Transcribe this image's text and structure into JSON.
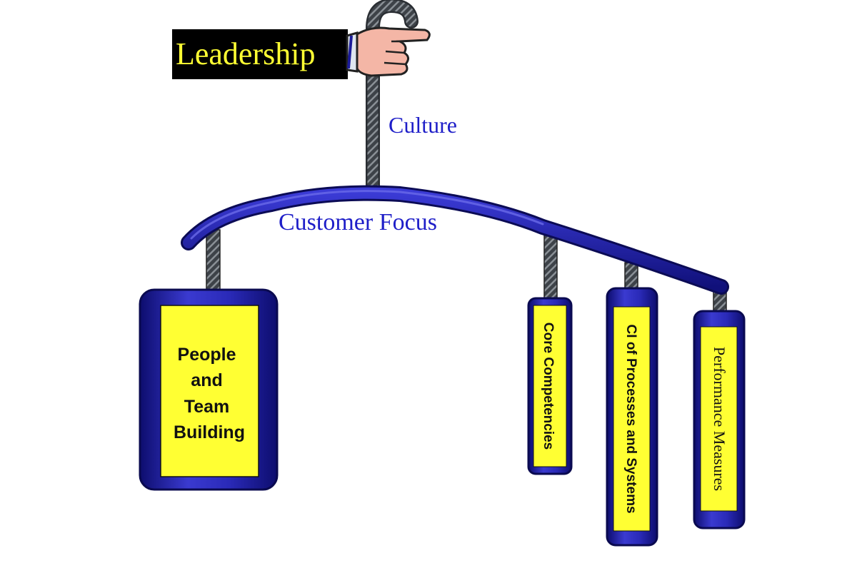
{
  "header": {
    "leadership_label": "Leadership",
    "culture_label": "Culture",
    "beam_label": "Customer Focus"
  },
  "boxes": {
    "people": [
      "People",
      "and",
      "Team",
      "Building"
    ],
    "core": "Core Competencies",
    "ci": "CI of Processes and Systems",
    "performance": "Performance Measures"
  },
  "icons": {
    "hand": "pointing-hand-icon"
  },
  "colors": {
    "beam": "#1a1aa6",
    "label": "#1e1ec8",
    "box_fill": "#ffff33",
    "box_frame": "#1c1c9a",
    "leadership_bg": "#000000",
    "leadership_text": "#ffff33",
    "rope": "#3d4248"
  }
}
